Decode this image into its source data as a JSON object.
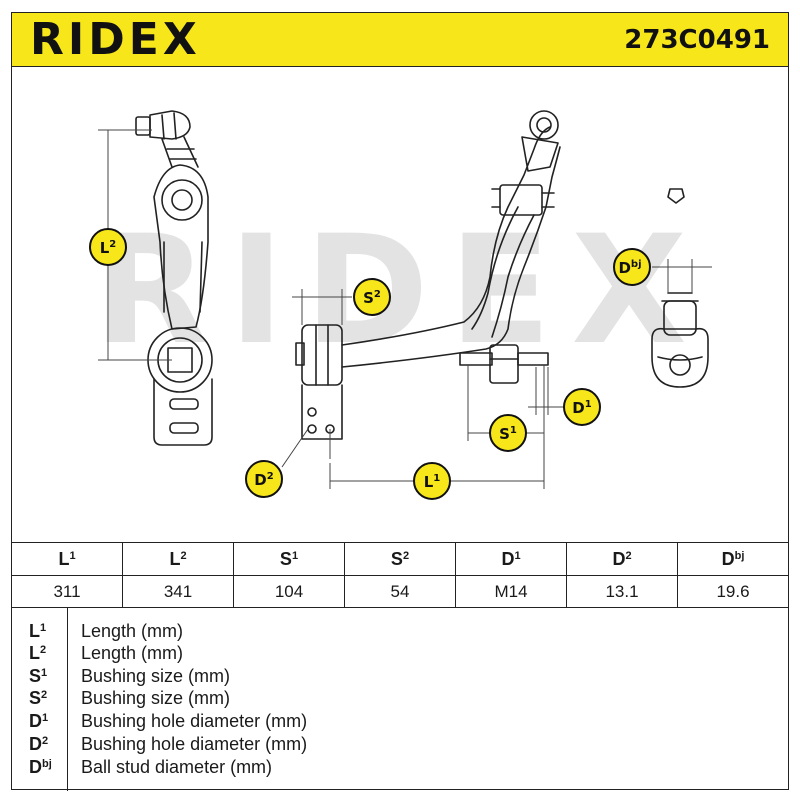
{
  "header": {
    "brand": "RIDEX",
    "part_number": "273C0491"
  },
  "colors": {
    "accent_yellow": "#f7e71a",
    "badge_fill": "#f7e71a",
    "line": "#222222",
    "watermark": "#d9d9d9"
  },
  "diagram": {
    "watermark": "RIDEX",
    "labels": [
      {
        "base": "L",
        "sup": "2"
      },
      {
        "base": "S",
        "sup": "2"
      },
      {
        "base": "D",
        "sup": "bj"
      },
      {
        "base": "D",
        "sup": "1"
      },
      {
        "base": "S",
        "sup": "1"
      },
      {
        "base": "D",
        "sup": "2"
      },
      {
        "base": "L",
        "sup": "1"
      }
    ]
  },
  "specs": {
    "columns": [
      {
        "base": "L",
        "sup": "1",
        "value": "311"
      },
      {
        "base": "L",
        "sup": "2",
        "value": "341"
      },
      {
        "base": "S",
        "sup": "1",
        "value": "104"
      },
      {
        "base": "S",
        "sup": "2",
        "value": "54"
      },
      {
        "base": "D",
        "sup": "1",
        "value": "M14"
      },
      {
        "base": "D",
        "sup": "2",
        "value": "13.1"
      },
      {
        "base": "D",
        "sup": "bj",
        "value": "19.6"
      }
    ]
  },
  "legend": [
    {
      "base": "L",
      "sup": "1",
      "desc": "Length (mm)"
    },
    {
      "base": "L",
      "sup": "2",
      "desc": "Length (mm)"
    },
    {
      "base": "S",
      "sup": "1",
      "desc": "Bushing size (mm)"
    },
    {
      "base": "S",
      "sup": "2",
      "desc": "Bushing size (mm)"
    },
    {
      "base": "D",
      "sup": "1",
      "desc": "Bushing hole diameter (mm)"
    },
    {
      "base": "D",
      "sup": "2",
      "desc": "Bushing hole diameter (mm)"
    },
    {
      "base": "D",
      "sup": "bj",
      "desc": "Ball stud diameter (mm)"
    }
  ]
}
